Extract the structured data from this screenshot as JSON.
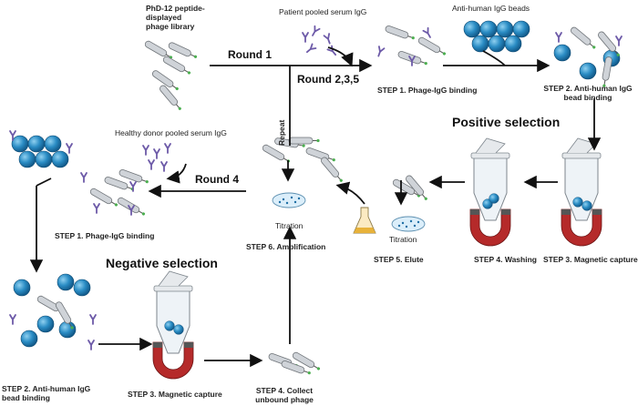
{
  "library": "PhD-12 peptide-displayed phage library",
  "patient_serum": "Patient pooled serum IgG",
  "beads": "Anti-human IgG beads",
  "healthy_serum": "Healthy donor pooled serum IgG",
  "round1": "Round 1",
  "round235": "Round 2,3,5",
  "round4": "Round 4",
  "repeat": "Repeat",
  "positive": "Positive selection",
  "negative": "Negative selection",
  "titration": "Titration",
  "pos_steps": {
    "s1": "STEP 1. Phage-IgG binding",
    "s2": "STEP 2. Anti-human IgG bead binding",
    "s3": "STEP 3. Magnetic capture",
    "s4": "STEP 4. Washing",
    "s5": "STEP 5. Elute",
    "s6": "STEP 6. Amplification"
  },
  "neg_steps": {
    "s1": "STEP 1. Phage-IgG binding",
    "s2": "STEP 2. Anti-human IgG bead binding",
    "s3": "STEP 3. Magnetic capture",
    "s4": "STEP 4. Collect unbound phage"
  },
  "colors": {
    "bead": "#2a8cc4",
    "magnet": "#b52a2a",
    "igg": "#6d5aa8",
    "phage": "#b8bcc2",
    "arrow": "#111111",
    "flask_liquid": "#e8b23a"
  }
}
